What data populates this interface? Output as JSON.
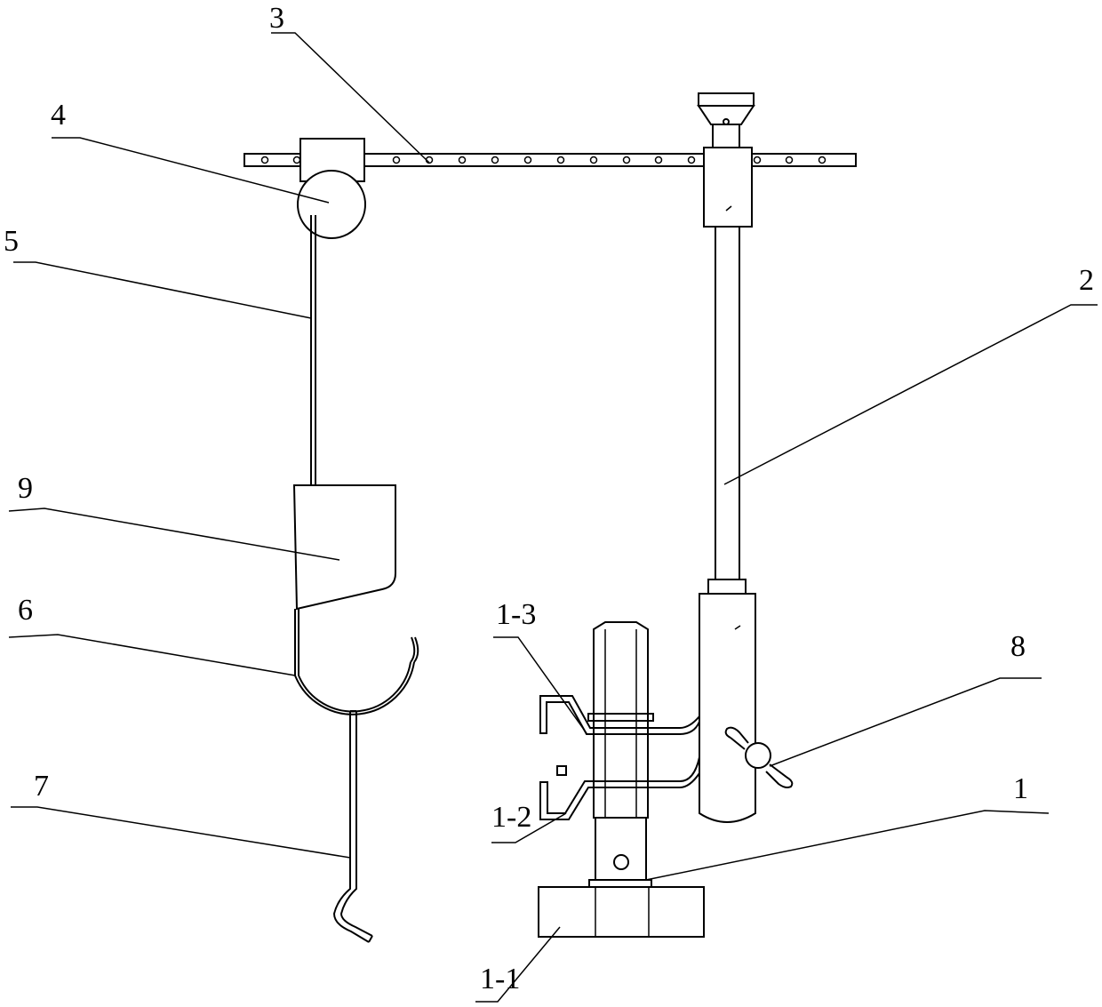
{
  "labels": {
    "n3": "3",
    "n4": "4",
    "n5": "5",
    "n2": "2",
    "n9": "9",
    "n6": "6",
    "n1_3": "1-3",
    "n8": "8",
    "n7": "7",
    "n1_2": "1-2",
    "n1": "1",
    "n1_1": "1-1"
  }
}
